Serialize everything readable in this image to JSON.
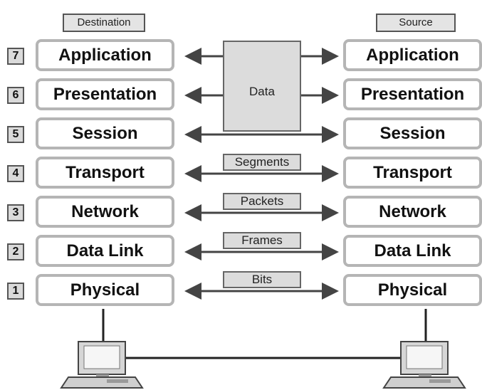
{
  "destination_label": "Destination",
  "source_label": "Source",
  "layers": [
    {
      "number": "7",
      "name": "Application"
    },
    {
      "number": "6",
      "name": "Presentation"
    },
    {
      "number": "5",
      "name": "Session"
    },
    {
      "number": "4",
      "name": "Transport"
    },
    {
      "number": "3",
      "name": "Network"
    },
    {
      "number": "2",
      "name": "Data Link"
    },
    {
      "number": "1",
      "name": "Physical"
    }
  ],
  "pdus": {
    "data": "Data",
    "segments": "Segments",
    "packets": "Packets",
    "frames": "Frames",
    "bits": "Bits"
  },
  "colors": {
    "layer_border": "#b5b5b5",
    "label_fill": "#dcdcdc",
    "arrow": "#444444"
  },
  "icons": {
    "left_computer": "computer-icon",
    "right_computer": "computer-icon"
  }
}
